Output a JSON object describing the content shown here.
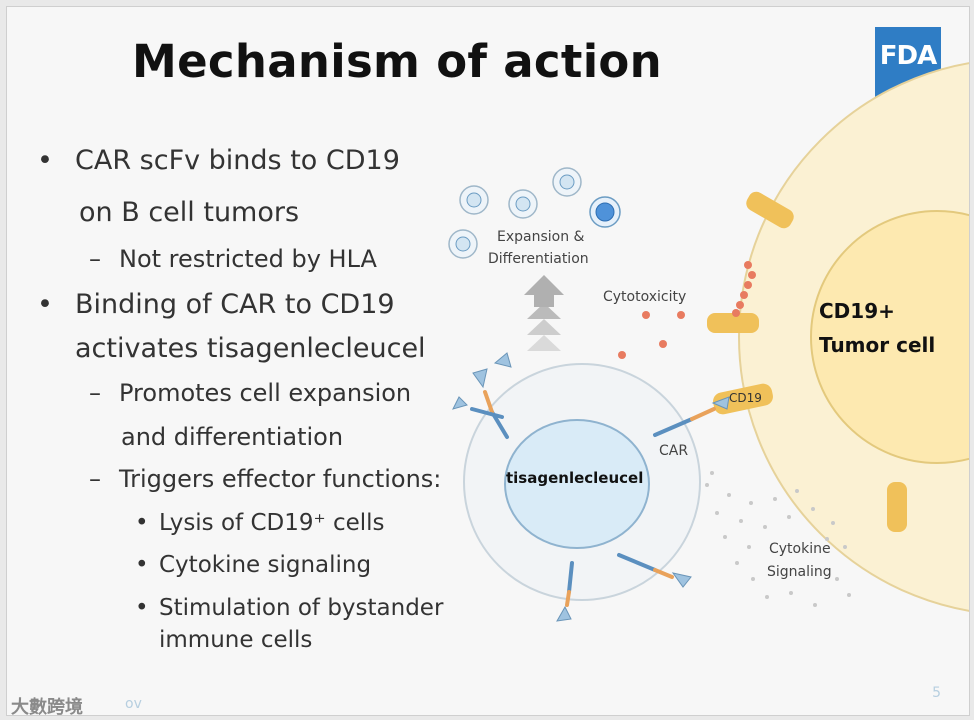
{
  "slide": {
    "title": "Mechanism of action",
    "logo_text": "FDA",
    "page_number": "5",
    "footer_partial": "ov",
    "watermark": "大數跨境"
  },
  "bullets": {
    "b1_line1": "CAR scFv binds to CD19",
    "b1_line2": "on B cell tumors",
    "b1_sub1": "Not restricted by HLA",
    "b2_line1": "Binding of CAR to CD19",
    "b2_line2": "activates tisagenlecleucel",
    "b2_sub1_line1": "Promotes cell expansion",
    "b2_sub1_line2": "and differentiation",
    "b2_sub2": "Triggers effector functions:",
    "b2_sub2_items": [
      "Lysis of CD19⁺ cells",
      "Cytokine signaling",
      "Stimulation of bystander",
      "immune cells"
    ],
    "bullet_char": "•",
    "dash_char": "–"
  },
  "diagram": {
    "expansion_label1": "Expansion &",
    "expansion_label2": "Differentiation",
    "cytotoxicity": "Cytotoxicity",
    "tumor_line1": "CD19+",
    "tumor_line2": "Tumor cell",
    "cd19_label": "CD19",
    "car_label": "CAR",
    "tcell_label": "tisagenlecleucel",
    "cytokine_line1": "Cytokine",
    "cytokine_line2": "Signaling",
    "colors": {
      "tumor_fill": "#fbf1d3",
      "nucleus_fill": "#fde9b0",
      "receptor": "#f0c15a",
      "cell_fill": "#d9ebf7",
      "cell_border": "#b7c9d6",
      "dots": "#e87b60",
      "arrow": "#a9a9a9",
      "logo": "#2f7dc5"
    }
  }
}
